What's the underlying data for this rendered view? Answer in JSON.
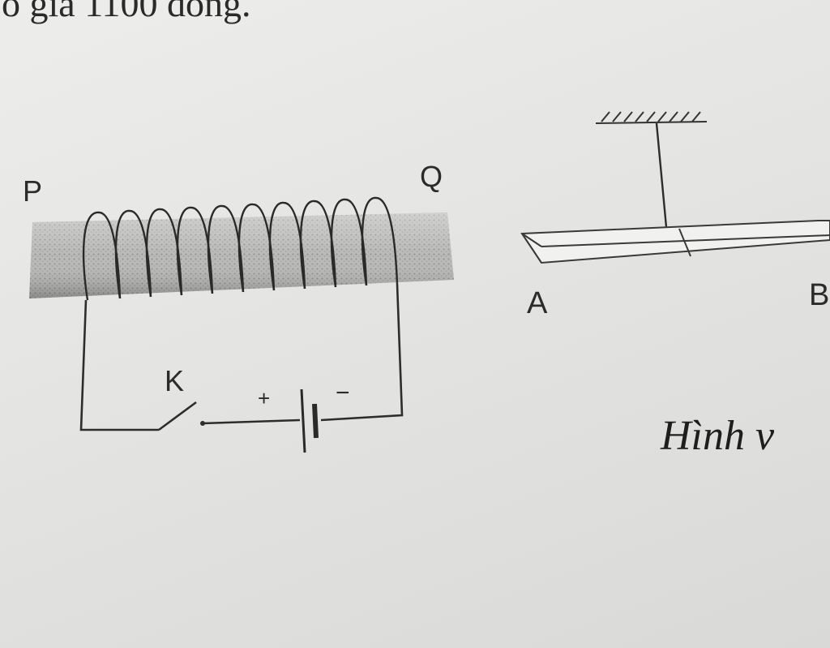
{
  "header": {
    "partial_text": "o giá 1100 đồng."
  },
  "solenoid_figure": {
    "end_left_label": "P",
    "end_right_label": "Q",
    "switch_label": "K",
    "battery_plus_label": "+",
    "battery_minus_label": "−"
  },
  "bar_figure": {
    "end_a_label": "A",
    "end_b_label": "B"
  },
  "caption": {
    "text": "Hình v"
  }
}
